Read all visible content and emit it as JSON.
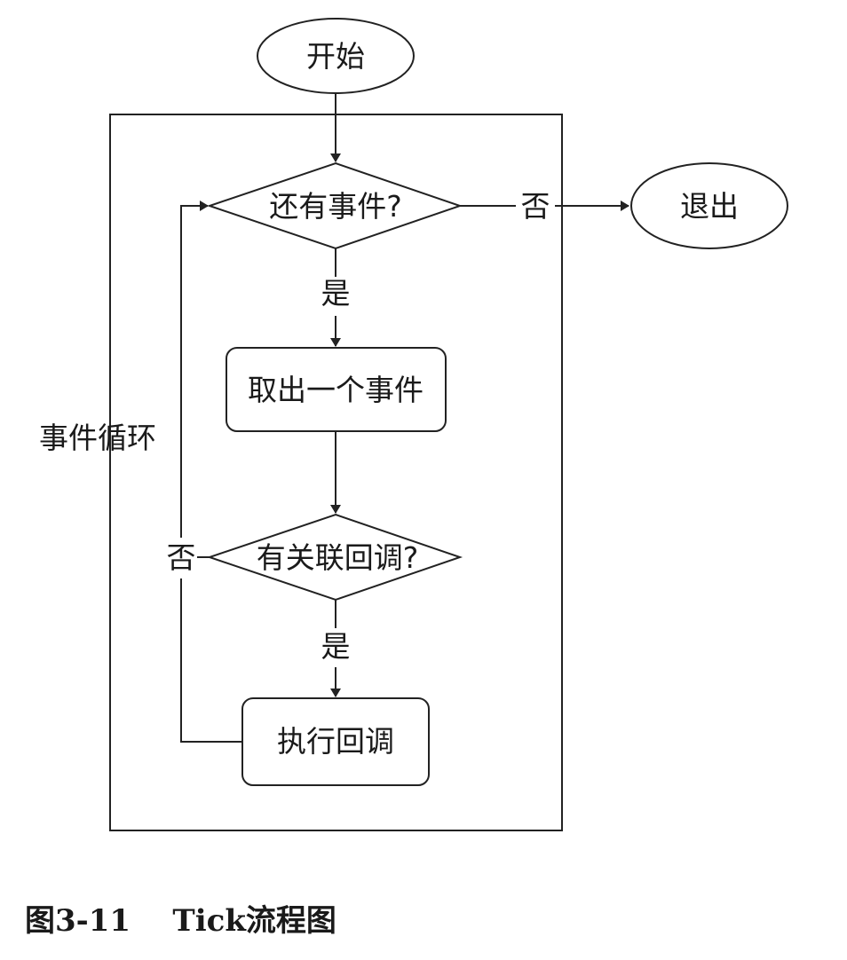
{
  "nodes": {
    "start": "开始",
    "has_event": "还有事件?",
    "exit": "退出",
    "take_event": "取出一个事件",
    "has_callback": "有关联回调?",
    "run_callback": "执行回调"
  },
  "edges": {
    "yes_1": "是",
    "no_1": "否",
    "yes_2": "是",
    "no_2": "否"
  },
  "loop_label": "事件循环",
  "caption": "图3-11    Tick流程图"
}
